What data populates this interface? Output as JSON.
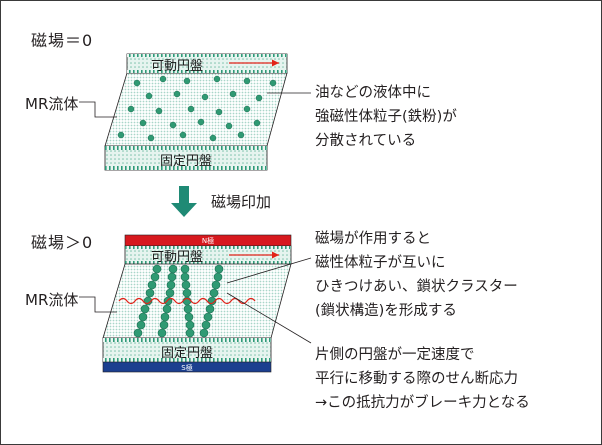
{
  "panel_top": {
    "title": "磁場＝0",
    "fluid_label": "MR流体",
    "moving_plate": "可動円盤",
    "fixed_plate": "固定円盤",
    "notes": [
      "油などの液体中に",
      "強磁性体粒子(鉄粉)が",
      "分散されている"
    ]
  },
  "arrow_label": "磁場印加",
  "panel_bottom": {
    "title": "磁場＞0",
    "fluid_label": "MR流体",
    "moving_plate": "可動円盤",
    "fixed_plate": "固定円盤",
    "north_pole": "N極",
    "south_pole": "S極",
    "notes_chain": [
      "磁場が作用すると",
      "磁性体粒子が互いに",
      "ひきつけあい、鎖状クラスター",
      "(鎖状構造)を形成する"
    ],
    "notes_shear": [
      "片側の円盤が一定速度で",
      "平行に移動する際のせん断応力",
      "→この抵抗力がブレーキ力となる"
    ]
  },
  "colors": {
    "plate_green": "#2e9a78",
    "plate_light": "#d3ece5",
    "fluid_dots": "#bfe0d6",
    "particle": "#2f9a73",
    "arrow_teal": "#1f8a75",
    "arrow_red": "#e2231a",
    "north": "#d7191e",
    "south": "#1b3f8f",
    "leader": "#231f20"
  }
}
